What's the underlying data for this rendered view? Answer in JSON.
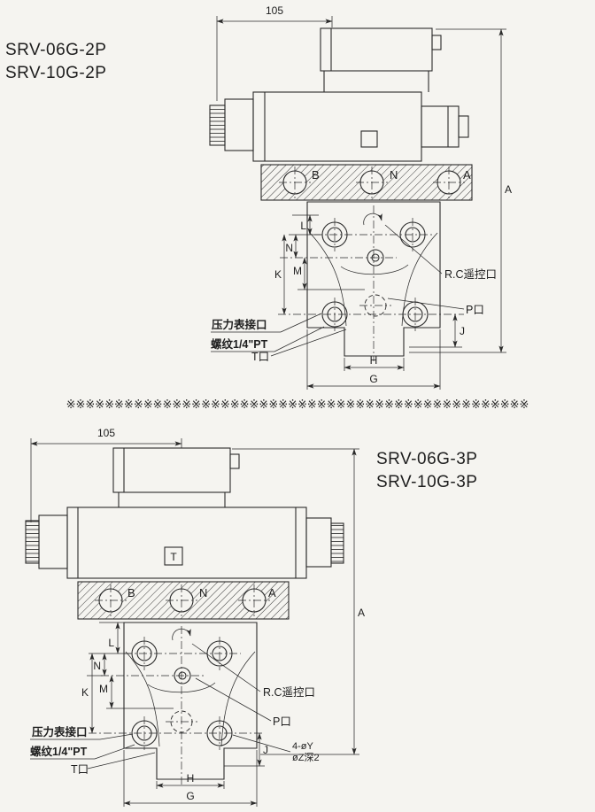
{
  "separator": {
    "pattern": "※※※※※※※※※※※※※※※※※※※※※※※※※※※※※※※※※※※※※※※※※※※※※※※※"
  },
  "top": {
    "model_1": "SRV-06G-2P",
    "model_2": "SRV-10G-2P",
    "dim_width": "105",
    "port_b": "B",
    "port_n": "N",
    "port_a": "A",
    "dim_l": "L",
    "dim_n": "N",
    "dim_m": "M",
    "dim_k": "K",
    "dim_j": "J",
    "dim_h": "H",
    "dim_g": "G",
    "dim_a": "A",
    "label_rc_port": "R.C遥控口",
    "label_p_port": "P口",
    "label_t_port": "T口",
    "label_gauge_port": "压力表接口",
    "label_thread": "螺纹1/4\"PT"
  },
  "bottom": {
    "model_1": "SRV-06G-3P",
    "model_2": "SRV-10G-3P",
    "dim_width": "105",
    "t_mark": "T",
    "port_b": "B",
    "port_n": "N",
    "port_a": "A",
    "dim_l": "L",
    "dim_n": "N",
    "dim_m": "M",
    "dim_k": "K",
    "dim_j": "J",
    "dim_h": "H",
    "dim_g": "G",
    "dim_a": "A",
    "label_rc_port": "R.C遥控口",
    "label_p_port": "P口",
    "label_t_port": "T口",
    "label_gauge_port": "压力表接口",
    "label_thread": "螺纹1/4\"PT",
    "label_holes": "4-øY",
    "label_hole_depth": "øZ深2"
  }
}
